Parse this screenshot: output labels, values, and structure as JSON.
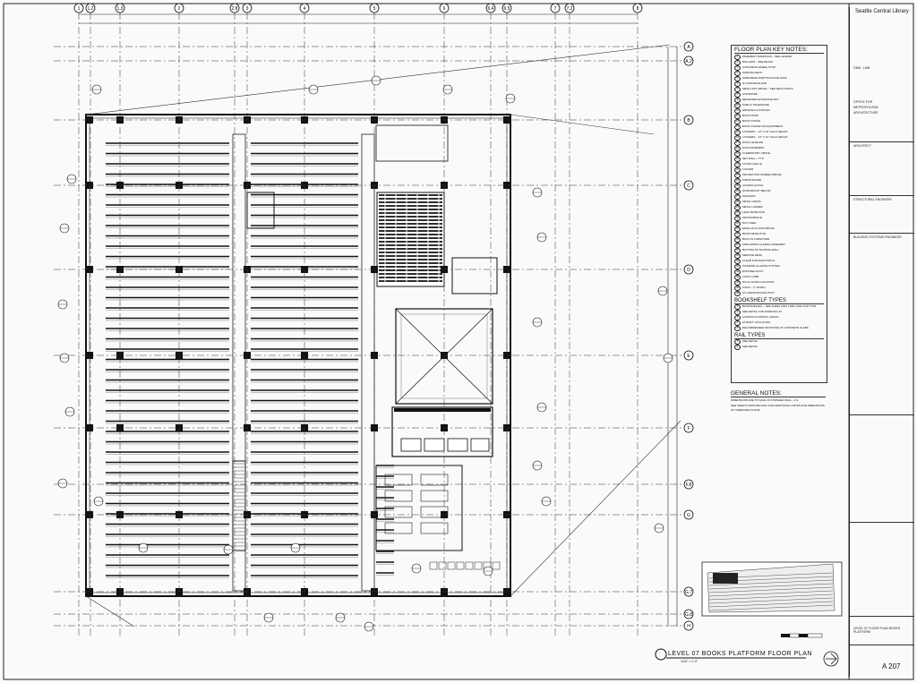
{
  "sheet": {
    "project": "Seattle Central Library",
    "owner_line": "OMA · LMN",
    "firm_lines": [
      "OFFICE FOR",
      "METROPOLITAN",
      "ARCHITECTURE"
    ],
    "section_labels": [
      "ARCHITECT",
      "STRUCTURAL ENGINEER",
      "BUILDING SYSTEMS ENGINEER"
    ],
    "sheet_title": "LEVEL 07 FLOOR PLAN BOOKS PLATFORM",
    "sheet_number": "A 207"
  },
  "plan": {
    "title": "LEVEL 07 BOOKS PLATFORM FLOOR PLAN",
    "scale": "1/16\" = 1'-0\""
  },
  "grid": {
    "columns": [
      "1",
      "1.2",
      "1.3",
      "2",
      "2.8",
      "3",
      "4",
      "5",
      "6",
      "6.4",
      "6.5",
      "7",
      "7.2",
      "8"
    ],
    "rows": [
      "A",
      "A.2",
      "B",
      "C",
      "D",
      "E",
      "F",
      "F.8",
      "G",
      "G.7",
      "G.8",
      "H"
    ]
  },
  "keynotes": {
    "heading": "FLOOR PLAN KEY NOTES:",
    "items": [
      "PAVEMENT MARKINGS – SEE LEGEND",
      "BOLLARD – SEE DETAIL",
      "CONCRETE WHEEL STOP",
      "PARKING DECK",
      "WIRE MESH PARTITION AND GATE",
      "IF CONCRETE PAD",
      "MESH UNIT ABOVE – SEE MECH DWGS",
      "STANDPIPE",
      "RECESSED ENTRANCE MAT",
      "PUBLIC TELEPHONE",
      "DRINKING FOUNTAIN",
      "BOOK DROP",
      "BOOK INTAKE",
      "BOOK CONVEYOR EQUIPMENT",
      "LOCKERS – 12\" X 15\" HALF HEIGHT",
      "LOCKERS – 12\" X 12\" HALF HEIGHT",
      "DOCK LEVELER",
      "DOCK BUMPERS",
      "CLERESTORY ABOVE",
      "NET WALL – TYP.",
      "FLOOR GRILLE",
      "LOUVER",
      "PROJECTION SCREEN ABOVE",
      "WRITE BOARD",
      "ACCESS HATCH",
      "DOWNSPOUT BELOW",
      "WALKWAY",
      "METAL GRATE",
      "METAL LADDER",
      "LEAF DETECTOR",
      "CROSS BRACE",
      "NOT USED",
      "EDGE OF FLOOR ABOVE",
      "BOOK DETECTOR",
      "BUILT-IN FURNITURE",
      "FIRE RATED GLAZING ASSEMBLY",
      "BOTTOM OF SLOPING WALL",
      "SERVICE DESK",
      "CLEAR FOR ELECTRICAL",
      "INTERIOR GLAZING SYSTEM",
      "EXPOSED DUCT",
      "CONC CURB",
      "NO-CL DOWN LOCATION",
      "CONC – 3\" FINISH",
      "STL REINFORCING POST"
    ],
    "bookshelf_heading": "BOOKSHELF TYPES",
    "bookshelf_items": [
      "BOOKSHELVES – SEE SHEET A901 THRU A911 FOR TYPE",
      "SEE DETAIL FOR WORKING AT",
      "ACCESS FLOORING, DETAIL",
      "AT BUILT UP FLOORS",
      "RECOMMENDED MOUNTING AT CONCRETE SLABS"
    ],
    "rail_heading": "RAIL TYPES",
    "rail_items": [
      "SEE DETAIL",
      "SEE DETAIL"
    ]
  },
  "general_notes": {
    "heading": "GENERAL NOTES:",
    "items": [
      "DIMENSIONS ARE TO FACE OF FINISHED WALL, U.N.",
      "SEE SHEETS A505 AND A511 FOR ADDITIONAL NOTES AND DIMENSIONS OF TERRACED FLOOR"
    ]
  }
}
